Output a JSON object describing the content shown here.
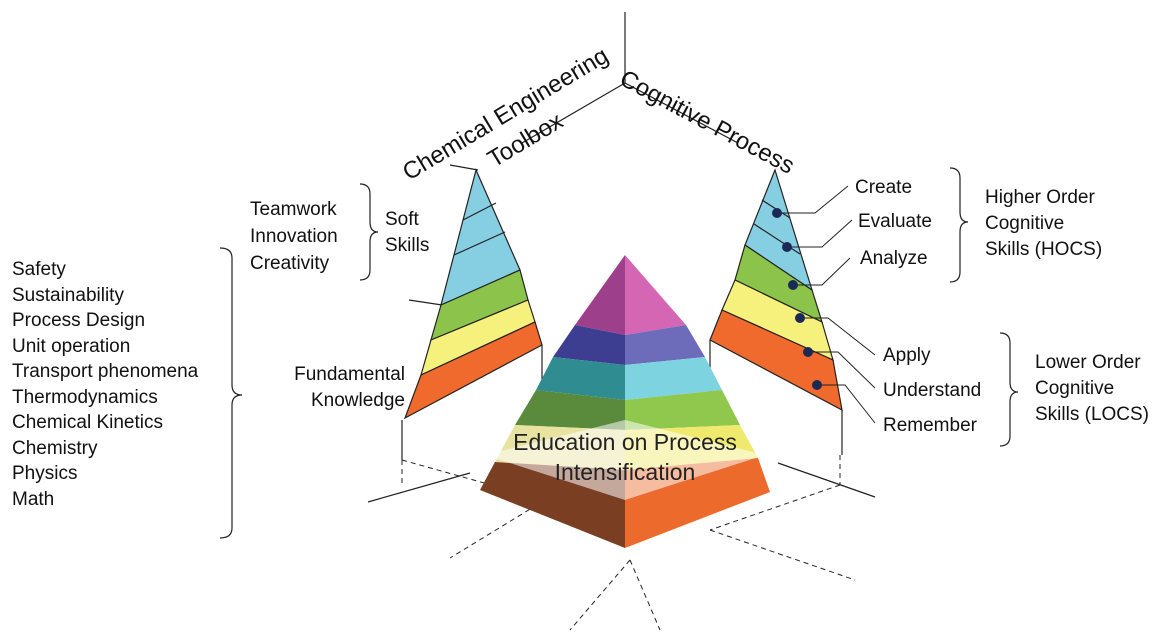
{
  "axes": {
    "left_title_line1": "Chemical Engineering",
    "left_title_line2": "Toolbox",
    "right_title": "Cognitive Process"
  },
  "left": {
    "soft_items": [
      "Teamwork",
      "Innovation",
      "Creativity"
    ],
    "soft_group": "Soft Skills",
    "fundamental_group": "Fundamental Knowledge",
    "fundamental_items": [
      "Safety",
      "Sustainability",
      "Process Design",
      "Unit operation",
      "Transport phenomena",
      "Thermodynamics",
      "Chemical Kinetics",
      "Chemistry",
      "Physics",
      "Math"
    ]
  },
  "right": {
    "hocs_levels": [
      "Create",
      "Evaluate",
      "Analyze"
    ],
    "hocs_group": [
      "Higher Order",
      "Cognitive",
      "Skills (HOCS)"
    ],
    "locs_levels": [
      "Apply",
      "Understand",
      "Remember"
    ],
    "locs_group": [
      "Lower Order",
      "Cognitive",
      "Skills (LOCS)"
    ]
  },
  "center": {
    "line1": "Education on Process",
    "line2": "Intensification"
  },
  "colors": {
    "blue_layer": "#86cfe2",
    "green_layer": "#8cc34a",
    "yellow_layer": "#f6f07c",
    "orange_layer": "#ef6a2c",
    "pyramid_magenta_left": "#9e3f8c",
    "pyramid_magenta_right": "#d466b4",
    "pyramid_indigo_left": "#3d3e92",
    "pyramid_indigo_right": "#6d6cbb",
    "pyramid_teal_left": "#2f8c91",
    "pyramid_teal_right": "#7ed3e0",
    "pyramid_green_left": "#5a8a3c",
    "pyramid_green_right": "#8fc84d",
    "pyramid_yellow_right": "#efe96d",
    "pyramid_brown_left": "#7a3e22",
    "pyramid_orange_right": "#ec6a2c",
    "dot": "#1b2a55"
  },
  "icons": {
    "level_marker": "filled-circle-marker"
  }
}
